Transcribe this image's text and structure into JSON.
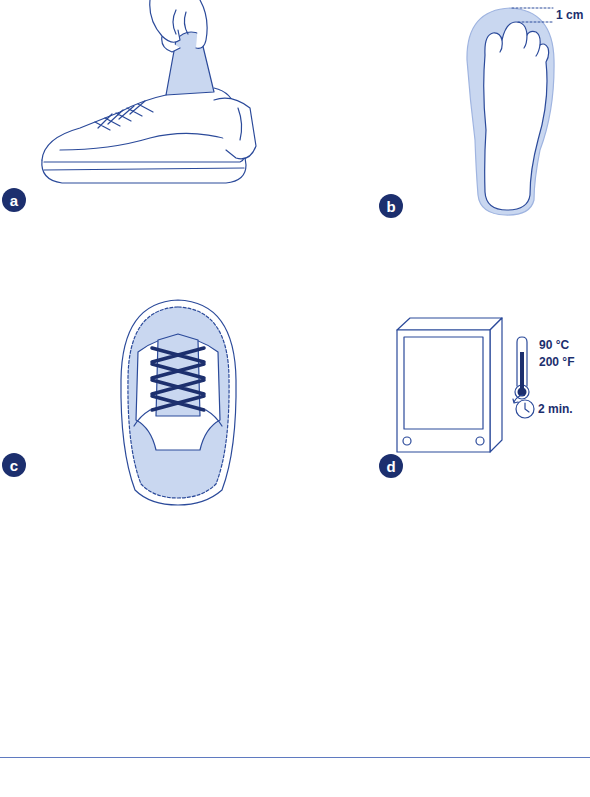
{
  "diagram": {
    "nodes": [
      {
        "text": [
          "a"
        ]
      },
      {
        "text": [
          "b"
        ]
      },
      {
        "text": [
          "c"
        ]
      },
      {
        "text": [
          "d"
        ]
      }
    ],
    "labels": [
      "1 cm",
      "90 °C",
      "200 °F",
      "2 min."
    ]
  }
}
